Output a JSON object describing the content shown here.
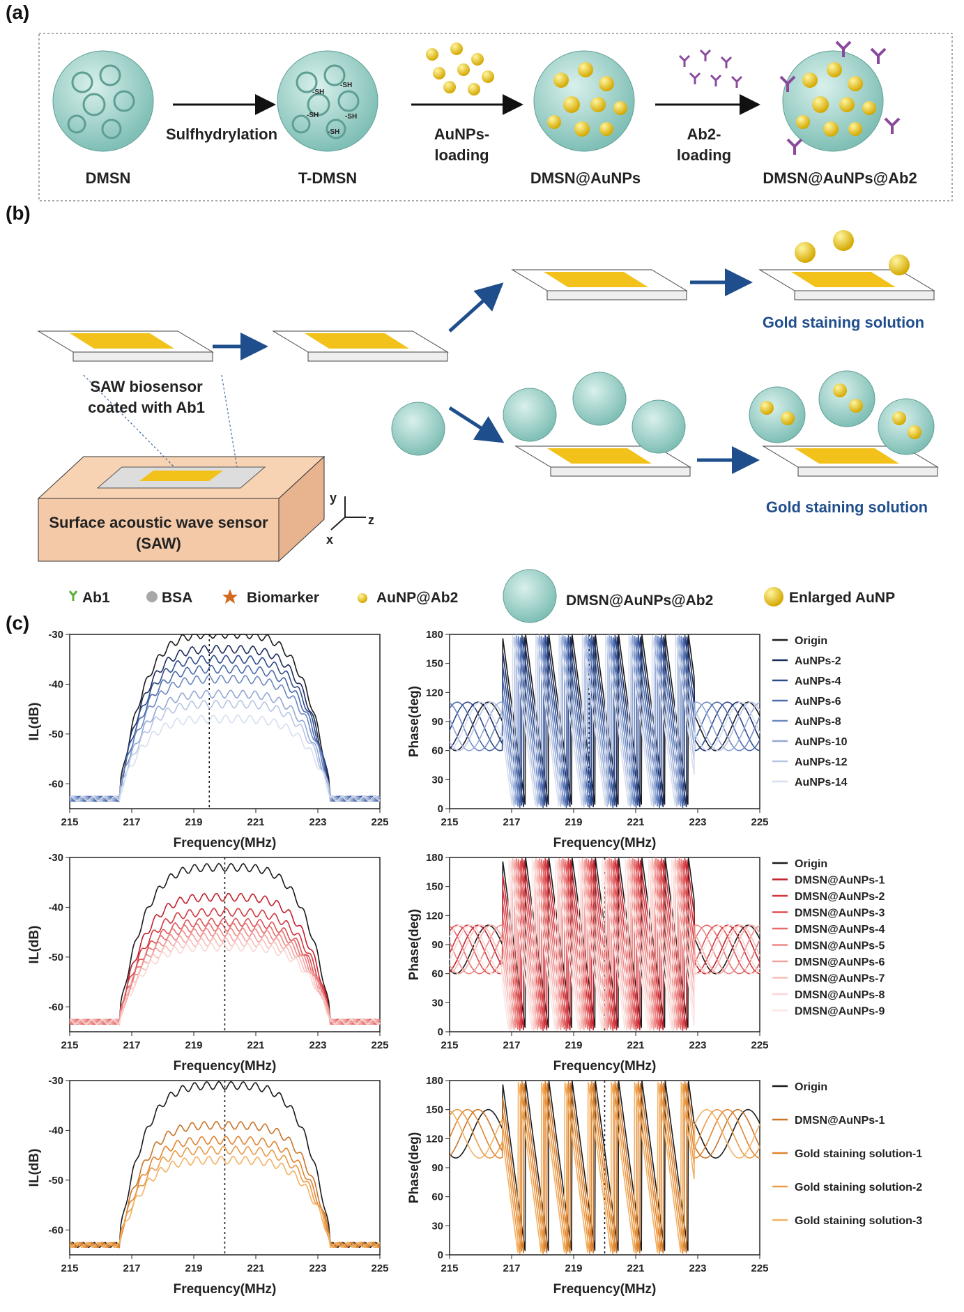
{
  "panel_a": {
    "letter": "(a)",
    "steps": [
      "DMSN",
      "T-DMSN",
      "DMSN@AuNPs",
      "DMSN@AuNPs@Ab2"
    ],
    "arrow_labels": [
      "Sulfhydrylation",
      "AuNPs-\nloading",
      "Ab2-\nloading"
    ],
    "sh_label": "-SH"
  },
  "panel_b": {
    "letter": "(b)",
    "saw_caption": "SAW biosensor\ncoated with Ab1",
    "sensor_label": "Surface acoustic wave sensor\n(SAW)",
    "gold_label": "Gold staining solution",
    "axes": {
      "y": "y",
      "z": "z",
      "x": "x"
    },
    "legend": [
      "Ab1",
      "BSA",
      "Biomarker",
      "AuNP@Ab2",
      "DMSN@AuNPs@Ab2",
      "Enlarged AuNP"
    ]
  },
  "panel_c": {
    "letter": "(c)"
  },
  "colors": {
    "blue_dark": "#1a2a4e",
    "red_dark": "#b3202a",
    "orange": "#e07a2a",
    "sensor": "#f4c9a8",
    "gold": "#f2c21a",
    "arrow_blue": "#1f4e8c"
  },
  "chart_data": [
    {
      "type": "line",
      "id": "il-aunps",
      "xlabel": "Frequency(MHz)",
      "ylabel": "IL(dB)",
      "xlim": [
        215,
        225
      ],
      "ylim": [
        -65,
        -30
      ],
      "xticks": [
        215,
        217,
        219,
        221,
        223,
        225
      ],
      "yticks": [
        -30,
        -40,
        -50,
        -60
      ],
      "marker_x": 219.5,
      "series_colors": [
        "#1a1a1a",
        "#1c2b5c",
        "#2f4a8c",
        "#4a6aac",
        "#6d88c2",
        "#93a8d4",
        "#b7c5e3",
        "#d6dff0"
      ],
      "peaks": [
        -30,
        -33,
        -35,
        -37,
        -39,
        -42,
        -44,
        -47
      ]
    },
    {
      "type": "line",
      "id": "ph-aunps",
      "xlabel": "Frequency(MHz)",
      "ylabel": "Phase(deg)",
      "xlim": [
        215,
        225
      ],
      "ylim": [
        0,
        180
      ],
      "xticks": [
        215,
        217,
        219,
        221,
        223,
        225
      ],
      "yticks": [
        0,
        30,
        60,
        90,
        120,
        150,
        180
      ],
      "marker_x": 219.5,
      "legend": [
        "Origin",
        "AuNPs-2",
        "AuNPs-4",
        "AuNPs-6",
        "AuNPs-8",
        "AuNPs-10",
        "AuNPs-12",
        "AuNPs-14"
      ],
      "series_colors": [
        "#1a1a1a",
        "#1c2b5c",
        "#2f4a8c",
        "#4a6aac",
        "#6d88c2",
        "#93a8d4",
        "#b7c5e3",
        "#d6dff0"
      ]
    },
    {
      "type": "line",
      "id": "il-dmsn",
      "xlabel": "Frequency(MHz)",
      "ylabel": "IL(dB)",
      "xlim": [
        215,
        225
      ],
      "ylim": [
        -65,
        -30
      ],
      "xticks": [
        215,
        217,
        219,
        221,
        223,
        225
      ],
      "yticks": [
        -30,
        -40,
        -50,
        -60
      ],
      "marker_x": 220,
      "series_colors": [
        "#1a1a1a",
        "#c0202b",
        "#d0383f",
        "#dc5256",
        "#e56d6e",
        "#ec8886",
        "#f2a3a0",
        "#f6bdba",
        "#fad6d3"
      ],
      "peaks": [
        -32,
        -38,
        -41,
        -43,
        -44,
        -45,
        -46,
        -47,
        -48
      ]
    },
    {
      "type": "line",
      "id": "ph-dmsn",
      "xlabel": "Frequency(MHz)",
      "ylabel": "Phase(deg)",
      "xlim": [
        215,
        225
      ],
      "ylim": [
        0,
        180
      ],
      "xticks": [
        215,
        217,
        219,
        221,
        223,
        225
      ],
      "yticks": [
        0,
        30,
        60,
        90,
        120,
        150,
        180
      ],
      "marker_x": 220,
      "legend": [
        "Origin",
        "DMSN@AuNPs-1",
        "DMSN@AuNPs-2",
        "DMSN@AuNPs-3",
        "DMSN@AuNPs-4",
        "DMSN@AuNPs-5",
        "DMSN@AuNPs-6",
        "DMSN@AuNPs-7",
        "DMSN@AuNPs-8",
        "DMSN@AuNPs-9"
      ],
      "series_colors": [
        "#1a1a1a",
        "#c0202b",
        "#d0383f",
        "#dc5256",
        "#e56d6e",
        "#ec8886",
        "#f2a3a0",
        "#f6bdba",
        "#fad6d3",
        "#fce6e4"
      ]
    },
    {
      "type": "line",
      "id": "il-gold",
      "xlabel": "Frequency(MHz)",
      "ylabel": "IL(dB)",
      "xlim": [
        215,
        225
      ],
      "ylim": [
        -65,
        -30
      ],
      "xticks": [
        215,
        217,
        219,
        221,
        223,
        225
      ],
      "yticks": [
        -30,
        -40,
        -50,
        -60
      ],
      "marker_x": 220,
      "series_colors": [
        "#1a1a1a",
        "#c87428",
        "#e0842f",
        "#ea9a45",
        "#f2b264"
      ],
      "peaks": [
        -31,
        -39,
        -42,
        -44,
        -46
      ]
    },
    {
      "type": "line",
      "id": "ph-gold",
      "xlabel": "Frequency(MHz)",
      "ylabel": "Phase(deg)",
      "xlim": [
        215,
        225
      ],
      "ylim": [
        0,
        180
      ],
      "xticks": [
        215,
        217,
        219,
        221,
        223,
        225
      ],
      "yticks": [
        0,
        30,
        60,
        90,
        120,
        150,
        180
      ],
      "marker_x": 220,
      "legend": [
        "Origin",
        "DMSN@AuNPs-1",
        "Gold staining solution-1",
        "Gold staining solution-2",
        "Gold staining solution-3"
      ],
      "series_colors": [
        "#1a1a1a",
        "#c87428",
        "#e0842f",
        "#ea9a45",
        "#f2b264"
      ]
    }
  ]
}
